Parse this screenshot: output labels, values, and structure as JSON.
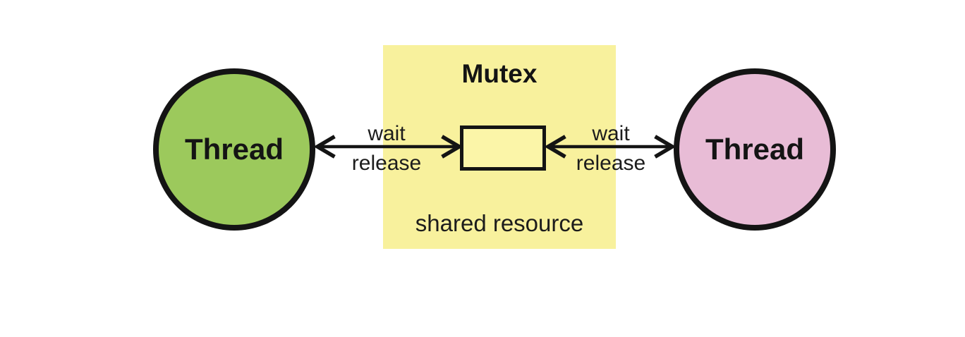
{
  "diagram": {
    "title": "Mutex",
    "shared_resource_label": "shared resource",
    "nodes": {
      "left_thread": {
        "label": "Thread"
      },
      "right_thread": {
        "label": "Thread"
      }
    },
    "arrows": {
      "left": {
        "top_label": "wait",
        "bottom_label": "release"
      },
      "right": {
        "top_label": "wait",
        "bottom_label": "release"
      }
    }
  },
  "colors": {
    "left_thread_fill": "#9cc95c",
    "right_thread_fill": "#e8bcd6",
    "mutex_panel_bg": "#f8f19d",
    "mutex_box_bg": "#fbf5a8",
    "outline": "#141414",
    "label_text": "#1c1c1c",
    "canvas_bg": "#ffffff"
  }
}
